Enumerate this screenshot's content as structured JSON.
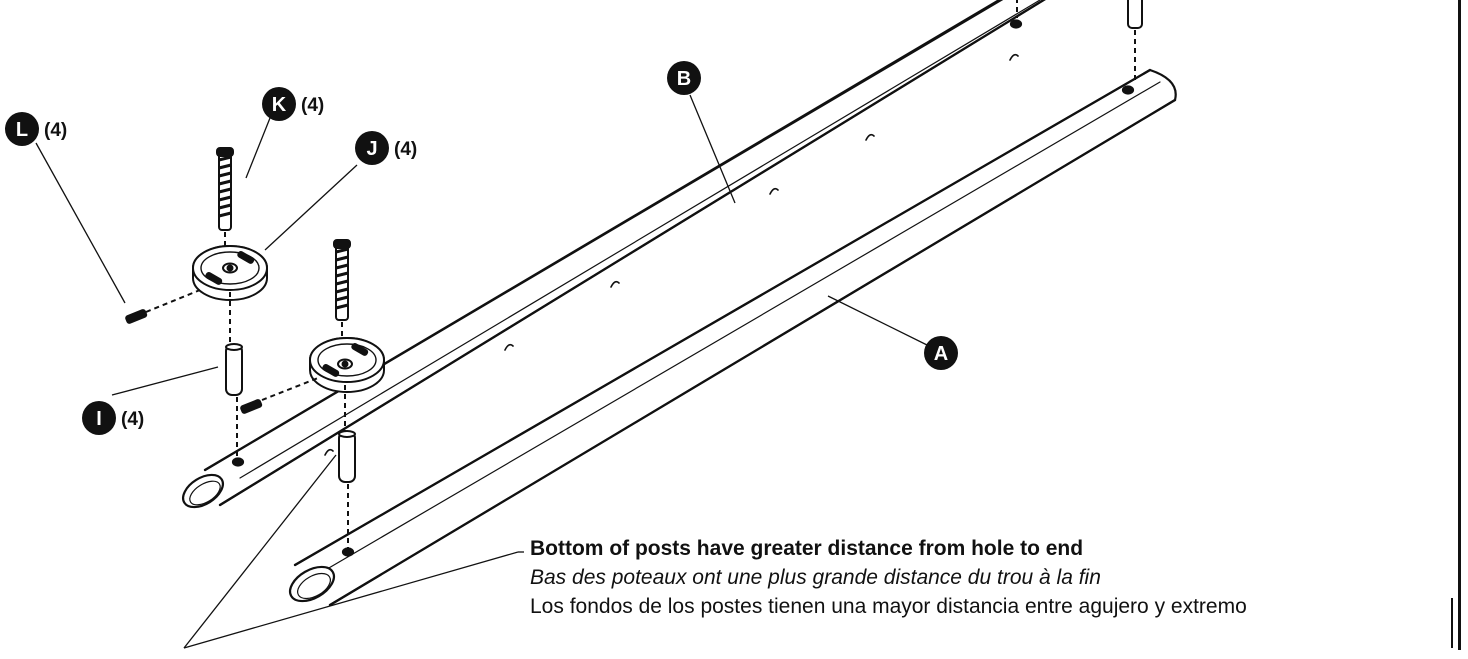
{
  "parts": {
    "A": {
      "letter": "A",
      "qty": ""
    },
    "B": {
      "letter": "B",
      "qty": ""
    },
    "I": {
      "letter": "I",
      "qty": "(4)"
    },
    "J": {
      "letter": "J",
      "qty": "(4)"
    },
    "K": {
      "letter": "K",
      "qty": "(4)"
    },
    "L": {
      "letter": "L",
      "qty": "(4)"
    }
  },
  "note": {
    "english": "Bottom of posts have greater distance from hole to end",
    "french": "Bas des poteaux ont une plus grande distance du trou à la fin",
    "spanish": "Los fondos de los postes tienen una mayor distancia entre agujero y extremo"
  }
}
